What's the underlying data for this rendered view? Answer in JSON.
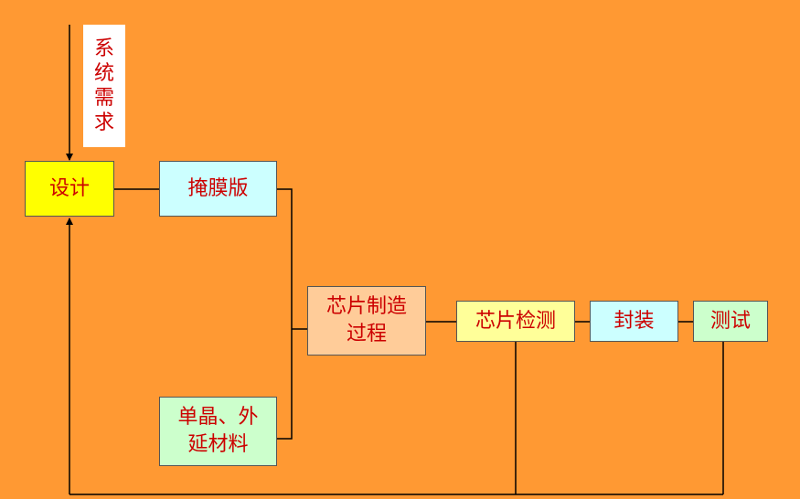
{
  "nodes": {
    "system_requirements": {
      "label": "系统需求"
    },
    "design": {
      "label": "设计",
      "color": "#FFFF00"
    },
    "mask": {
      "label": "掩膜版",
      "color": "#CCFFFF"
    },
    "wafer_materials": {
      "line1": "单晶、外",
      "line2": "延材料",
      "color": "#CCFFCC"
    },
    "chip_fabrication": {
      "line1": "芯片制造",
      "line2": "过程",
      "color": "#FFCC99"
    },
    "chip_inspection": {
      "label": "芯片检测",
      "color": "#FFFF99"
    },
    "packaging": {
      "label": "封装",
      "color": "#CCFFFF"
    },
    "testing": {
      "label": "测试",
      "color": "#CCFFCC"
    }
  },
  "colors": {
    "background": "#FF9933",
    "text": "#CC0000",
    "line": "#000000"
  }
}
